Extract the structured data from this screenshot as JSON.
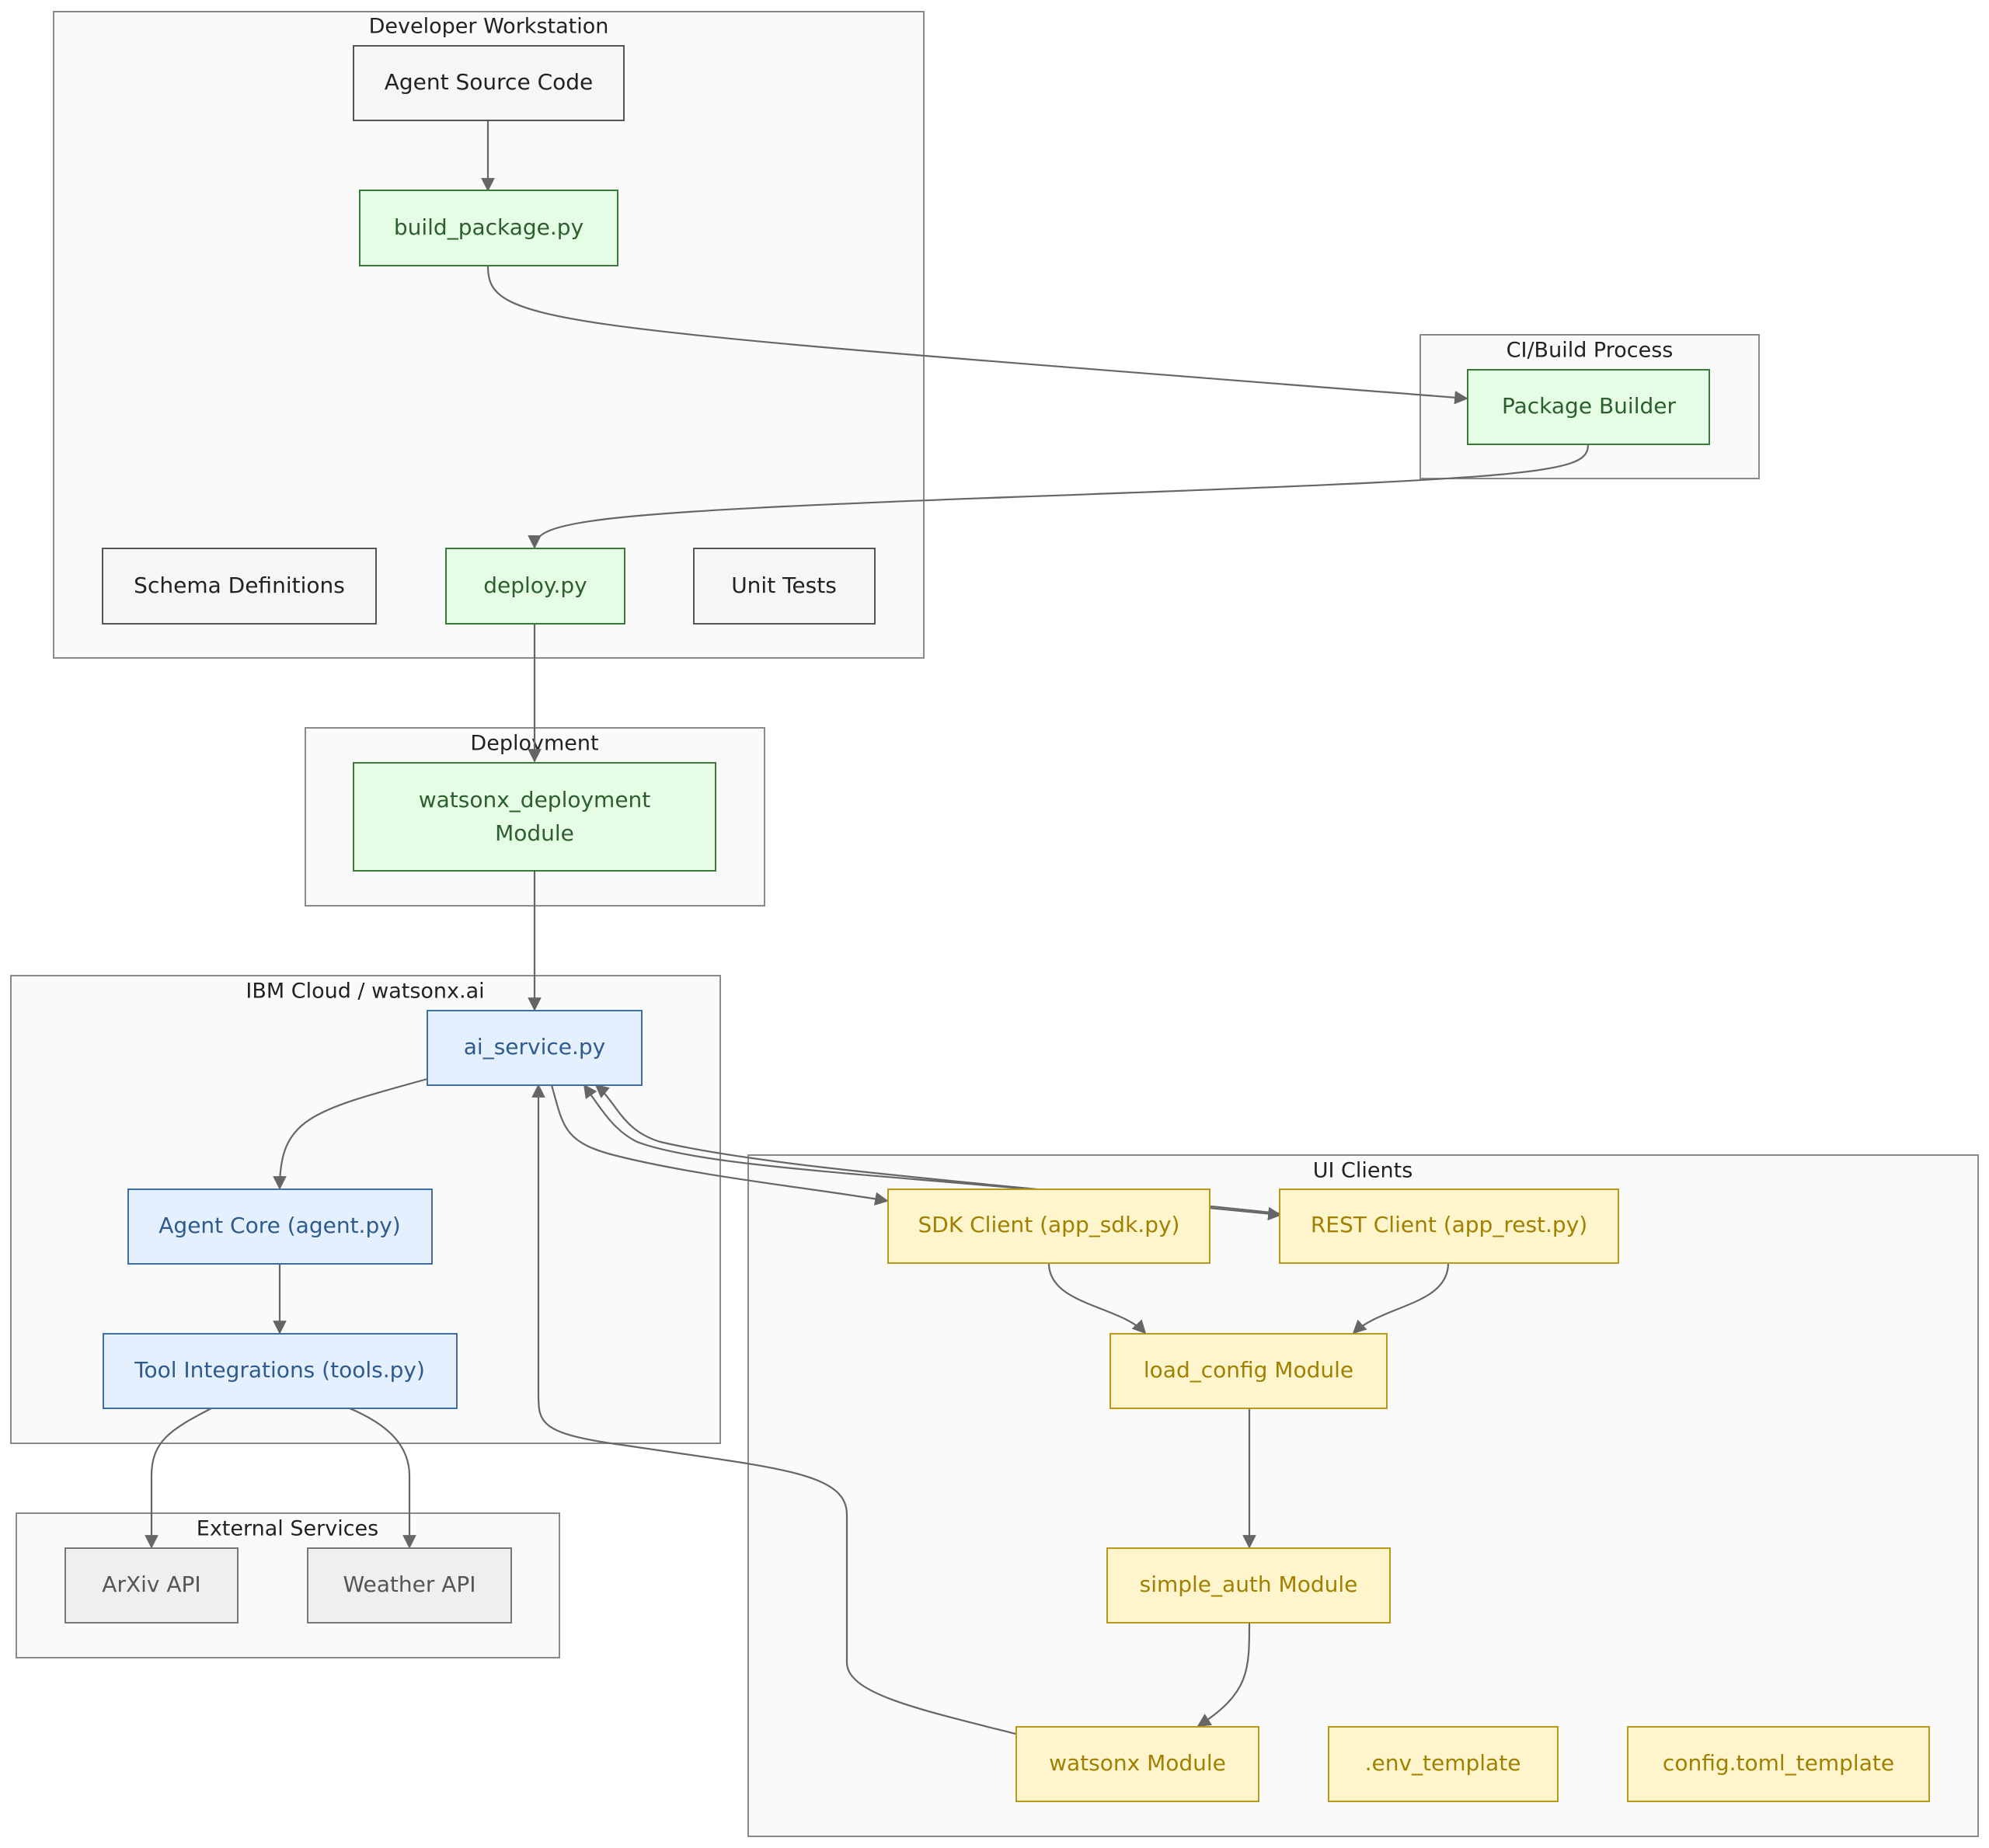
{
  "clusters": {
    "dev": "Developer Workstation",
    "ci": "CI/Build Process",
    "deploy": "Deployment",
    "ibm": "IBM Cloud / watsonx.ai",
    "ui": "UI Clients",
    "external": "External Services"
  },
  "nodes": {
    "agent_source": "Agent Source Code",
    "build_package": "build_package.py",
    "schema": "Schema Definitions",
    "deploy_py": "deploy.py",
    "unit_tests": "Unit Tests",
    "package_builder": "Package Builder",
    "watsonx_deployment_line1": "watsonx_deployment",
    "watsonx_deployment_line2": "Module",
    "ai_service": "ai_service.py",
    "agent_core": "Agent Core (agent.py)",
    "tool_integrations": "Tool Integrations (tools.py)",
    "arxiv": "ArXiv API",
    "weather": "Weather API",
    "sdk_client": "SDK Client (app_sdk.py)",
    "rest_client": "REST Client (app_rest.py)",
    "load_config": "load_config Module",
    "simple_auth": "simple_auth Module",
    "watsonx_module": "watsonx Module",
    "env_template": ".env_template",
    "config_toml": "config.toml_template"
  },
  "colors": {
    "workflow": "#e4fde4",
    "cloud": "#e4f0fd",
    "client": "#fff5cc",
    "external": "#efefef",
    "edge": "#666666"
  }
}
